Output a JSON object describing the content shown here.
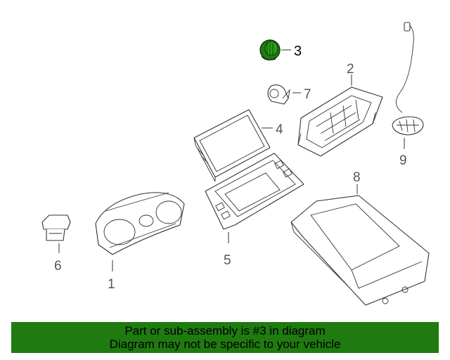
{
  "highlight_color": "#1f7a10",
  "callouts": {
    "c1": "1",
    "c2": "2",
    "c3": "3",
    "c4": "4",
    "c5": "5",
    "c6": "6",
    "c7": "7",
    "c8": "8",
    "c9": "9"
  },
  "highlighted_part": "3",
  "banner": {
    "line1": "Part or sub-assembly is #3 in diagram",
    "line2": "Diagram may not be specific to your vehicle"
  }
}
